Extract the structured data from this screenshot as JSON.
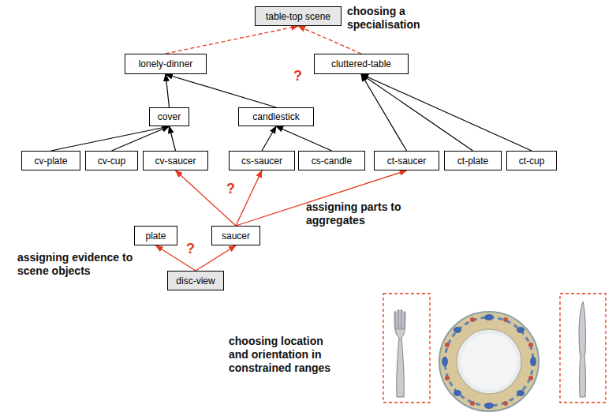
{
  "diagram": {
    "nodes": [
      {
        "text": [
          "table-top scene"
        ]
      },
      {
        "text": [
          "lonely-dinner"
        ]
      },
      {
        "text": [
          "cluttered-table"
        ]
      },
      {
        "text": [
          "cover"
        ]
      },
      {
        "text": [
          "candlestick"
        ]
      },
      {
        "text": [
          "cv-plate"
        ]
      },
      {
        "text": [
          "cv-cup"
        ]
      },
      {
        "text": [
          "cv-saucer"
        ]
      },
      {
        "text": [
          "cs-saucer"
        ]
      },
      {
        "text": [
          "cs-candle"
        ]
      },
      {
        "text": [
          "ct-saucer"
        ]
      },
      {
        "text": [
          "ct-plate"
        ]
      },
      {
        "text": [
          "ct-cup"
        ]
      },
      {
        "text": [
          "plate"
        ]
      },
      {
        "text": [
          "saucer"
        ]
      },
      {
        "text": [
          "disc-view"
        ]
      }
    ],
    "edges": [
      {
        "from": 1,
        "to": 0,
        "arrow": "to"
      },
      {
        "from": 2,
        "to": 0,
        "arrow": "to"
      },
      {
        "from": 3,
        "to": 1,
        "arrow": "to"
      },
      {
        "from": 4,
        "to": 1,
        "arrow": "to"
      },
      {
        "from": 5,
        "to": 3,
        "arrow": "to"
      },
      {
        "from": 6,
        "to": 3,
        "arrow": "to"
      },
      {
        "from": 7,
        "to": 3,
        "arrow": "to"
      },
      {
        "from": 8,
        "to": 4,
        "arrow": "to"
      },
      {
        "from": 9,
        "to": 4,
        "arrow": "to"
      },
      {
        "from": 10,
        "to": 2,
        "arrow": "to"
      },
      {
        "from": 11,
        "to": 2,
        "arrow": "to"
      },
      {
        "from": 12,
        "to": 2,
        "arrow": "to"
      },
      {
        "from": 14,
        "to": 7,
        "arrow": "to"
      },
      {
        "from": 14,
        "to": 8,
        "arrow": "to"
      },
      {
        "from": 14,
        "to": 10,
        "arrow": "to"
      },
      {
        "from": 15,
        "to": 13,
        "arrow": "to"
      },
      {
        "from": 15,
        "to": 14,
        "arrow": "to"
      }
    ],
    "labels": [
      "choosing a specialisation",
      "?",
      "?",
      "?",
      "assigning parts to aggregates",
      "assigning evidence to scene objects",
      "choosing location and orientation in constrained ranges"
    ]
  }
}
